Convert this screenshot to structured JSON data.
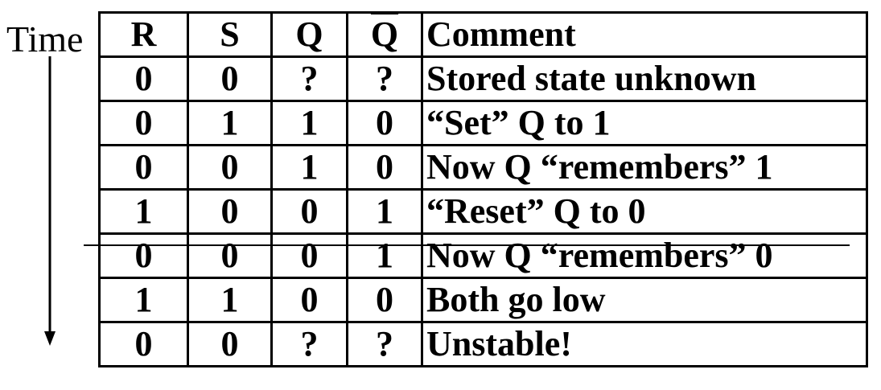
{
  "time_label": "Time",
  "table": {
    "headers": {
      "r": "R",
      "s": "S",
      "q": "Q",
      "qbar": "Q",
      "comment": "Comment"
    },
    "rows": [
      {
        "r": "0",
        "s": "0",
        "q": "?",
        "qbar": "?",
        "comment": "Stored state unknown"
      },
      {
        "r": "0",
        "s": "1",
        "q": "1",
        "qbar": "0",
        "comment": "“Set” Q to 1"
      },
      {
        "r": "0",
        "s": "0",
        "q": "1",
        "qbar": "0",
        "comment": "Now Q “remembers” 1"
      },
      {
        "r": "1",
        "s": "0",
        "q": "0",
        "qbar": "1",
        "comment": "“Reset” Q to 0"
      },
      {
        "r": "0",
        "s": "0",
        "q": "0",
        "qbar": "1",
        "comment": "Now Q “remembers” 0"
      },
      {
        "r": "1",
        "s": "1",
        "q": "0",
        "qbar": "0",
        "comment": "Both go low"
      },
      {
        "r": "0",
        "s": "0",
        "q": "?",
        "qbar": "?",
        "comment": "Unstable!"
      }
    ]
  }
}
